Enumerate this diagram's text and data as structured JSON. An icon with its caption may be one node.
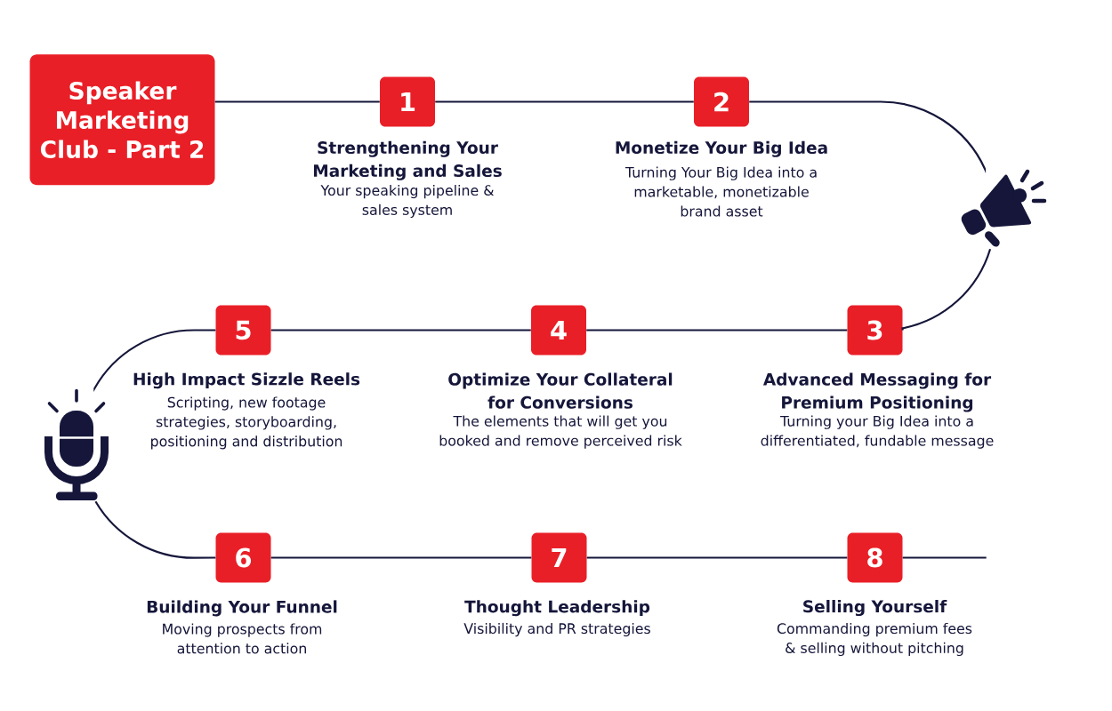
{
  "diagram": {
    "nodes": [
      {
        "text": [
          "Speaker Marketing Club - Part 2"
        ]
      },
      {
        "text": [
          "1",
          "Strengthening Your Marketing and Sales",
          "Your speaking pipeline & sales system"
        ]
      },
      {
        "text": [
          "2",
          "Monetize Your Big Idea",
          "Turning Your Big Idea into a marketable, monetizable brand asset"
        ]
      },
      {
        "text": [
          "3",
          "Advanced Messaging for Premium Positioning",
          "Turning your Big Idea into a differentiated, fundable message"
        ]
      },
      {
        "text": [
          "4",
          "Optimize Your Collateral for Conversions",
          "The elements that will get you booked and remove perceived risk"
        ]
      },
      {
        "text": [
          "5",
          "High Impact Sizzle Reels",
          "Scripting, new footage strategies, storyboarding, positioning and distribution"
        ]
      },
      {
        "text": [
          "6",
          "Building Your Funnel",
          "Moving prospects from attention to action"
        ]
      },
      {
        "text": [
          "7",
          "Thought Leadership",
          "Visibility and PR strategies"
        ]
      },
      {
        "text": [
          "8",
          "Selling Yourself",
          "Commanding premium fees & selling without pitching"
        ]
      },
      {
        "text": [],
        "shape": "picture"
      },
      {
        "text": [],
        "shape": "picture"
      }
    ],
    "edges": [
      {
        "from": 0,
        "to": 1,
        "arrow": "none"
      },
      {
        "from": 1,
        "to": 2,
        "arrow": "none"
      },
      {
        "from": 2,
        "to": 9,
        "arrow": "none"
      },
      {
        "from": 9,
        "to": 3,
        "arrow": "none"
      },
      {
        "from": 3,
        "to": 4,
        "arrow": "none"
      },
      {
        "from": 4,
        "to": 5,
        "arrow": "none"
      },
      {
        "from": 5,
        "to": 10,
        "arrow": "none"
      },
      {
        "from": 10,
        "to": 6,
        "arrow": "none"
      },
      {
        "from": 6,
        "to": 7,
        "arrow": "none"
      },
      {
        "from": 7,
        "to": 8,
        "arrow": "none"
      },
      {
        "from": 8,
        "to": null,
        "arrow": "none"
      }
    ]
  }
}
